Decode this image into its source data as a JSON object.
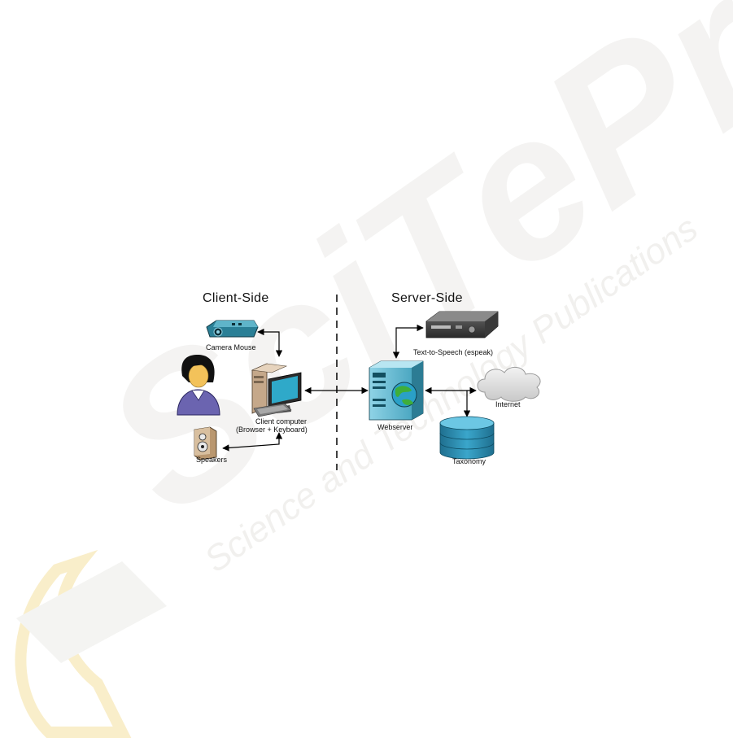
{
  "sides": {
    "client": "Client-Side",
    "server": "Server-Side"
  },
  "nodes": {
    "camera_mouse": "Camera Mouse",
    "client_computer_line1": "Client computer",
    "client_computer_line2": "(Browser + Keyboard)",
    "speakers": "Speakers",
    "tts": "Text-to-Speech (espeak)",
    "webserver": "Webserver",
    "internet": "Internet",
    "taxonomy": "Taxonomy"
  },
  "watermark": {
    "big": "SciTePress",
    "sub": "Science and Technology Publications"
  },
  "colors": {
    "accent_teal": "#2e8a9e",
    "db_blue": "#2a8fb3",
    "cloud_gray": "#d6d6d6",
    "watermark_gray": "#ecebe8",
    "logo_yellow": "#f6e3a6"
  }
}
